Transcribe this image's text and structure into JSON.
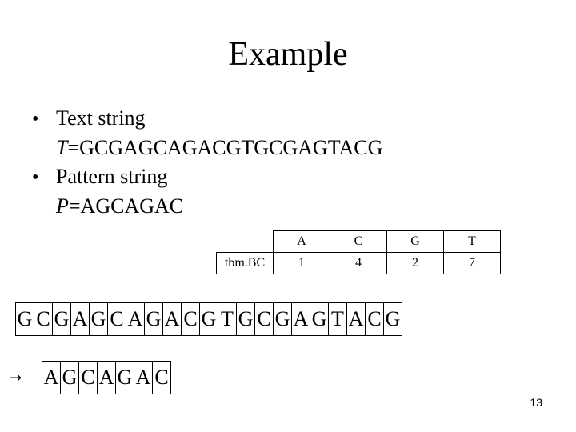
{
  "title": "Example",
  "bullets": [
    {
      "label": "Text string",
      "var": "T",
      "value": "=GCGAGCAGACGTGCGAGTACG"
    },
    {
      "label": "Pattern string",
      "var": "P",
      "value": "=AGCAGAC"
    }
  ],
  "bullet_glyph": "•",
  "table": {
    "headers": [
      "A",
      "C",
      "G",
      "T"
    ],
    "row_label": "tbm.BC",
    "values": [
      "1",
      "4",
      "2",
      "7"
    ]
  },
  "text_chars": [
    "G",
    "C",
    "G",
    "A",
    "G",
    "C",
    "A",
    "G",
    "A",
    "C",
    "G",
    "T",
    "G",
    "C",
    "G",
    "A",
    "G",
    "T",
    "A",
    "C",
    "G"
  ],
  "pattern_chars": [
    "A",
    "G",
    "C",
    "A",
    "G",
    "A",
    "C"
  ],
  "arrow": "→",
  "page_number": "13"
}
